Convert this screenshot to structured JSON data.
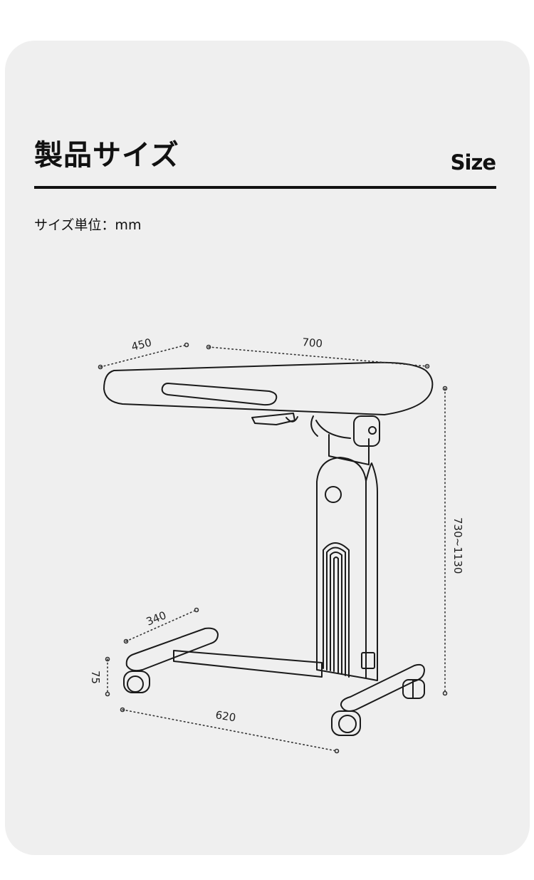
{
  "header": {
    "title_ja": "製品サイズ",
    "title_en": "Size",
    "unit_label": "サイズ単位：mm"
  },
  "dimensions": {
    "depth": "450",
    "width": "700",
    "height_range": "730~1130",
    "base_depth": "340",
    "caster_height": "75",
    "base_width": "620"
  },
  "colors": {
    "card_background": "#efefef",
    "line": "#1a1a1a"
  }
}
